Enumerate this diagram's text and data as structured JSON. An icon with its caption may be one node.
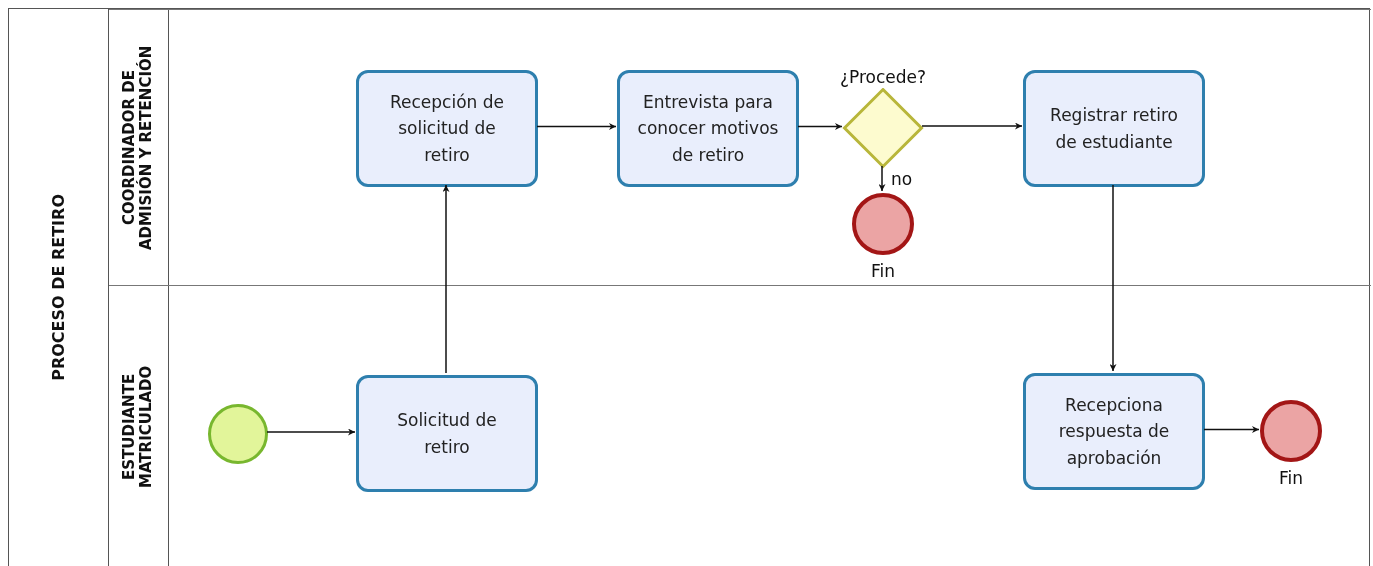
{
  "diagram": {
    "nodes": [
      {
        "text": [
          "PROCESO DE RETIRO"
        ]
      },
      {
        "text": [
          "COORDINADOR DE ADMISIÓN Y RETENCIÓN"
        ],
        "in": 0
      },
      {
        "text": [
          "ESTUDIANTE MATRICULADO"
        ],
        "in": 0
      },
      {
        "text": [
          "Recepción de solicitud de retiro"
        ],
        "in": 1
      },
      {
        "text": [
          "Entrevista para conocer motivos de retiro"
        ],
        "in": 1
      },
      {
        "text": [],
        "shape": "diamond",
        "beside": [
          "¿Procede?"
        ],
        "in": 1
      },
      {
        "text": [],
        "shape": "circle",
        "beside": [
          "Fin"
        ],
        "in": 1
      },
      {
        "text": [
          "Registrar retiro de estudiante"
        ],
        "in": 1
      },
      {
        "text": [],
        "shape": "circle",
        "in": 2
      },
      {
        "text": [
          "Solicitud de retiro"
        ],
        "in": 2
      },
      {
        "text": [
          "Recepciona respuesta de aprobación"
        ],
        "in": 2
      },
      {
        "text": [],
        "shape": "circle",
        "beside": [
          "Fin"
        ],
        "in": 2
      }
    ],
    "edges": [
      {
        "from": 8,
        "to": 9,
        "arrow": "to"
      },
      {
        "from": 9,
        "to": 3,
        "arrow": "to"
      },
      {
        "from": 3,
        "to": 4,
        "arrow": "to"
      },
      {
        "from": 4,
        "to": 5,
        "arrow": "to"
      },
      {
        "from": 5,
        "to": 6,
        "arrow": "to",
        "label": "no"
      },
      {
        "from": 5,
        "to": 7,
        "arrow": "to"
      },
      {
        "from": 7,
        "to": 10,
        "arrow": "to"
      },
      {
        "from": 10,
        "to": 11,
        "arrow": "to"
      }
    ]
  }
}
